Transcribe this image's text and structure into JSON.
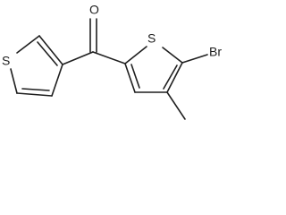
{
  "molecule": {
    "atoms": {
      "oxygen": "O",
      "sulfur_left": "S",
      "sulfur_right": "S",
      "bromine": "Br"
    }
  }
}
